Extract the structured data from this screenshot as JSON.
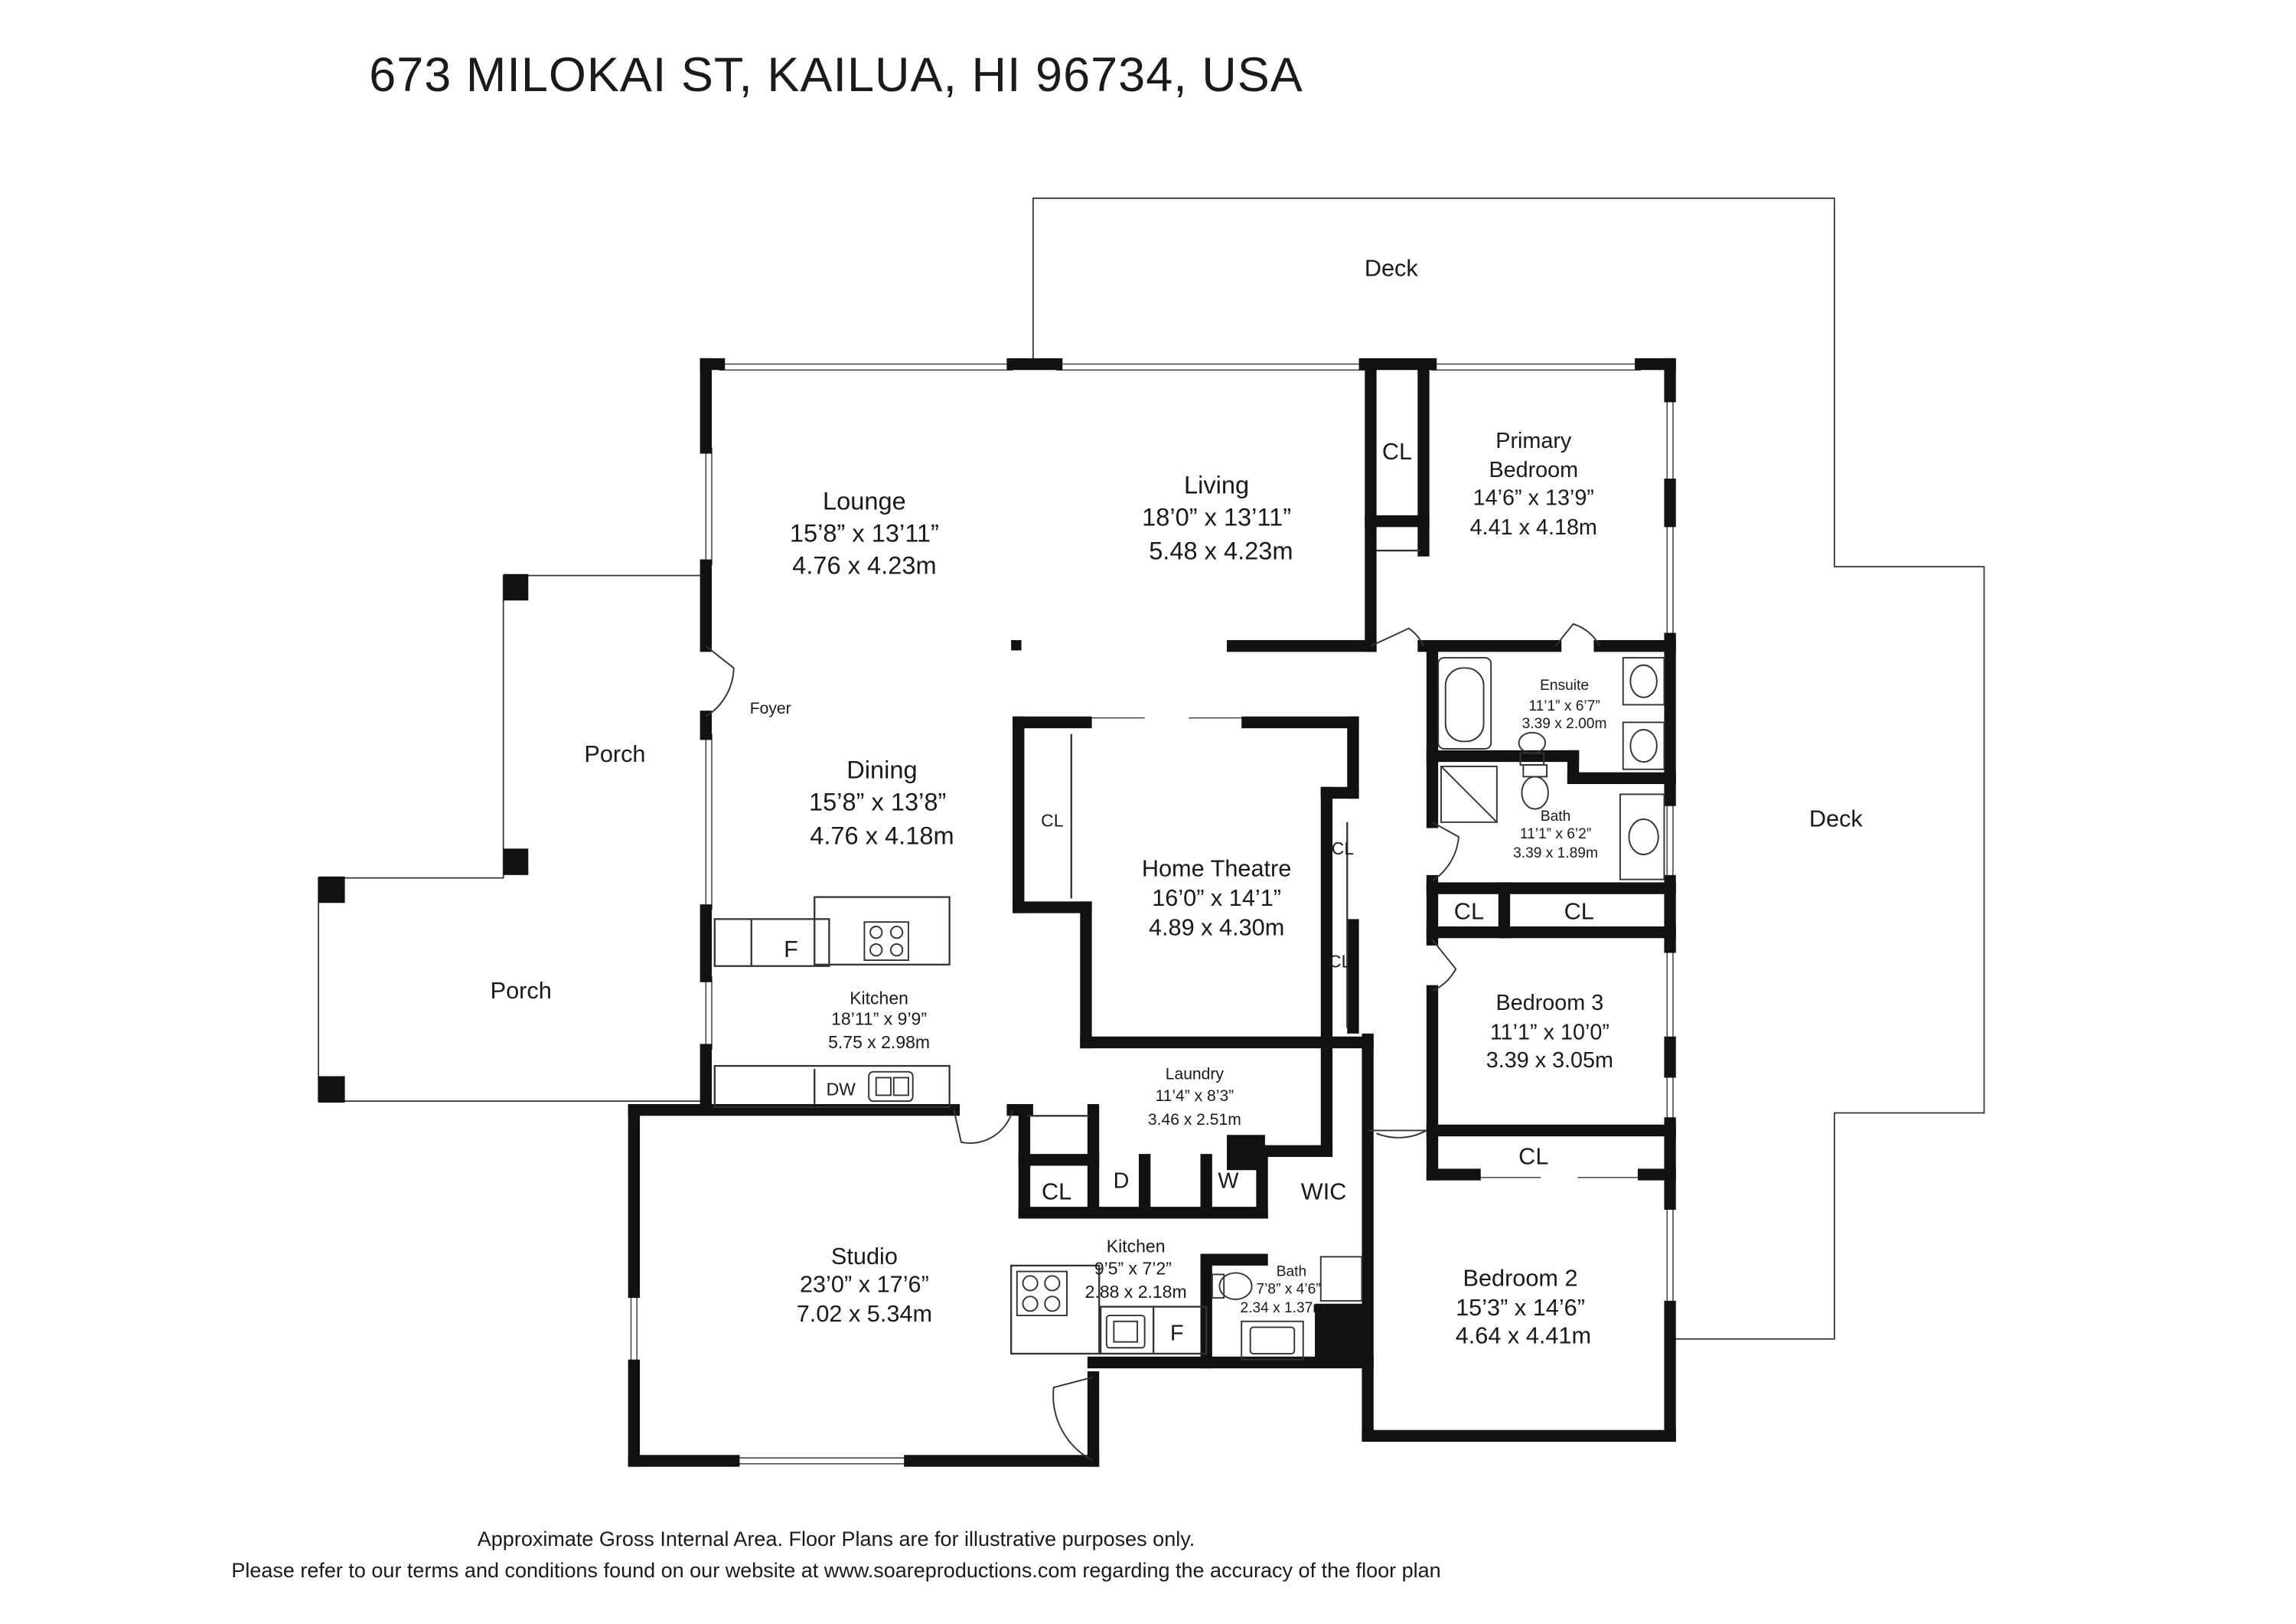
{
  "address": "673 MILOKAI ST, KAILUA, HI 96734, USA",
  "footer": {
    "line1": "Approximate Gross Internal Area. Floor Plans are for illustrative purposes only.",
    "line2": "Please refer to our terms and conditions found on our website at www.soareproductions.com regarding the accuracy of the floor plan"
  },
  "outdoor": {
    "deck_top": "Deck",
    "deck_right": "Deck",
    "porch_upper": "Porch",
    "porch_lower": "Porch"
  },
  "rooms": {
    "lounge": {
      "name": "Lounge",
      "imperial": "15’8” x 13’11”",
      "metric": "4.76 x 4.23m"
    },
    "living": {
      "name": "Living",
      "imperial": "18’0” x 13’11”",
      "metric": "5.48 x 4.23m"
    },
    "primary_bedroom": {
      "name_line1": "Primary",
      "name_line2": "Bedroom",
      "imperial": "14’6” x 13’9”",
      "metric": "4.41 x 4.18m"
    },
    "foyer": {
      "name": "Foyer"
    },
    "dining": {
      "name": "Dining",
      "imperial": "15’8” x 13’8”",
      "metric": "4.76 x 4.18m"
    },
    "ensuite": {
      "name": "Ensuite",
      "imperial": "11’1” x 6’7”",
      "metric": "3.39 x 2.00m"
    },
    "bath_main": {
      "name": "Bath",
      "imperial": "11’1” x 6’2”",
      "metric": "3.39 x 1.89m"
    },
    "home_theatre": {
      "name": "Home Theatre",
      "imperial": "16’0” x 14’1”",
      "metric": "4.89 x 4.30m"
    },
    "kitchen_main": {
      "name": "Kitchen",
      "imperial": "18’11” x 9’9”",
      "metric": "5.75 x 2.98m"
    },
    "bedroom3": {
      "name": "Bedroom 3",
      "imperial": "11’1” x 10’0”",
      "metric": "3.39 x 3.05m"
    },
    "laundry": {
      "name": "Laundry",
      "imperial": "11’4” x 8’3”",
      "metric": "3.46 x 2.51m"
    },
    "wic": {
      "name": "WIC"
    },
    "studio": {
      "name": "Studio",
      "imperial": "23’0” x 17’6”",
      "metric": "7.02 x 5.34m"
    },
    "kitchen_studio": {
      "name": "Kitchen",
      "imperial": "9’5” x 7’2”",
      "metric": "2.88 x 2.18m"
    },
    "bath_studio": {
      "name": "Bath",
      "imperial": "7’8” x 4’6”",
      "metric": "2.34 x 1.37m"
    },
    "bedroom2": {
      "name": "Bedroom 2",
      "imperial": "15’3” x 14’6”",
      "metric": "4.64 x 4.41m"
    }
  },
  "fixtures": {
    "closet": "CL",
    "fridge": "F",
    "dishwasher": "DW",
    "dryer": "D",
    "washer": "W"
  }
}
